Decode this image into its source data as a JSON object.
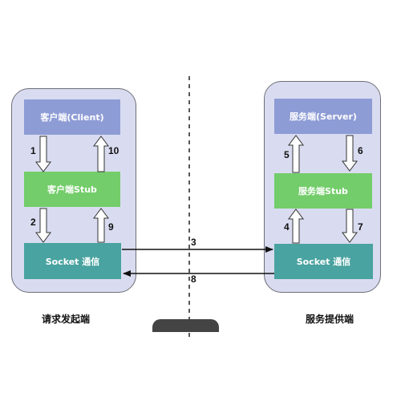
{
  "left": {
    "client": "客户端(Client)",
    "stub": "客户端Stub",
    "socket": "Socket 通信",
    "caption": "请求发起端"
  },
  "right": {
    "server": "服务端(Server)",
    "stub": "服务端Stub",
    "socket": "Socket 通信",
    "caption": "服务提供端"
  },
  "steps": {
    "s1": "1",
    "s2": "2",
    "s3": "3",
    "s4": "4",
    "s5": "5",
    "s6": "6",
    "s7": "7",
    "s8": "8",
    "s9": "9",
    "s10": "10"
  },
  "colors": {
    "panel": "#d9dcf0",
    "top_box": "#8e9cd6",
    "stub_box": "#73cd6a",
    "socket_box": "#49a3a0"
  }
}
